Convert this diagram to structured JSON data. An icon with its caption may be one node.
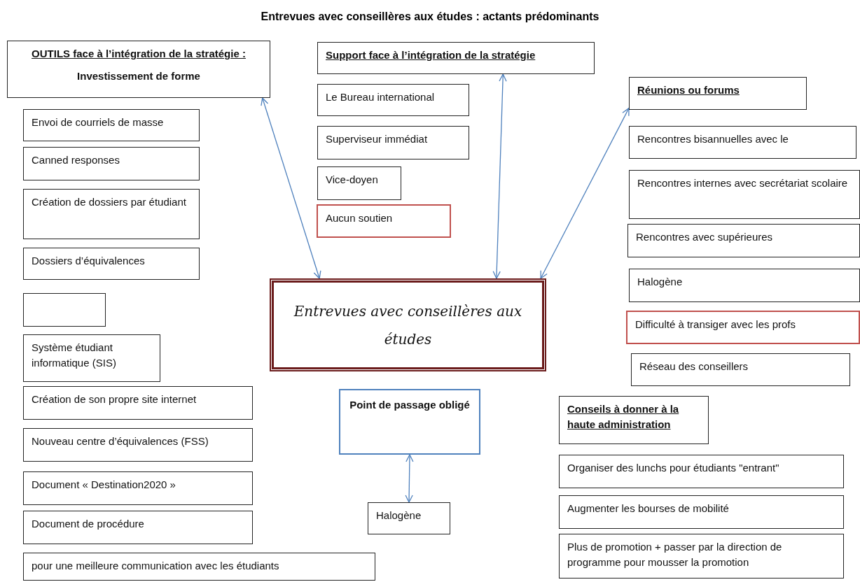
{
  "diagram": {
    "title": "Entrevues avec conseillères aux études : actants prédominants",
    "nodes": [
      {
        "text": [
          "OUTILS face à l’intégration de la stratégie :",
          "Investissement de forme"
        ]
      },
      {
        "text": [
          "Envoi de courriels de masse"
        ]
      },
      {
        "text": [
          "Canned responses"
        ]
      },
      {
        "text": [
          "Création de dossiers par étudiant"
        ]
      },
      {
        "text": [
          "Dossiers d’équivalences"
        ]
      },
      {
        "text": [],
        "shape": "box"
      },
      {
        "text": [
          "Système étudiant informatique (SIS)"
        ]
      },
      {
        "text": [
          "Création de son propre site internet"
        ]
      },
      {
        "text": [
          "Nouveau centre d’équivalences (FSS)"
        ]
      },
      {
        "text": [
          "Document « Destination2020 »"
        ]
      },
      {
        "text": [
          "Document de procédure"
        ]
      },
      {
        "text": [
          "pour une meilleure communication avec les étudiants"
        ]
      },
      {
        "text": [
          "Support face à l’intégration de la stratégie"
        ]
      },
      {
        "text": [
          "Le Bureau international"
        ]
      },
      {
        "text": [
          "Superviseur immédiat"
        ]
      },
      {
        "text": [
          "Vice-doyen"
        ]
      },
      {
        "text": [
          "Aucun soutien"
        ]
      },
      {
        "text": [
          "Entrevues avec conseillères aux études"
        ]
      },
      {
        "text": [
          "Point de passage obligé"
        ]
      },
      {
        "text": [
          "Halogène"
        ]
      },
      {
        "text": [
          "Réunions ou forums"
        ]
      },
      {
        "text": [
          "Rencontres bisannuelles avec le"
        ]
      },
      {
        "text": [
          "Rencontres internes avec secrétariat scolaire"
        ]
      },
      {
        "text": [
          "Rencontres avec supérieures"
        ]
      },
      {
        "text": [
          "Halogène"
        ]
      },
      {
        "text": [
          "Difficulté à transiger avec les profs"
        ]
      },
      {
        "text": [
          "Réseau des conseillers"
        ]
      },
      {
        "text": [
          "Conseils à donner à la haute administration"
        ]
      },
      {
        "text": [
          "Organiser des lunchs pour étudiants \"entrant\""
        ]
      },
      {
        "text": [
          "Augmenter les bourses de mobilité"
        ]
      },
      {
        "text": [
          "Plus de promotion + passer par la direction de programme pour mousser la promotion"
        ]
      }
    ],
    "edges": [
      {
        "from": 0,
        "to": 17,
        "arrow": "both"
      },
      {
        "from": 12,
        "to": 17,
        "arrow": "both"
      },
      {
        "from": 20,
        "to": 17,
        "arrow": "both"
      },
      {
        "from": 18,
        "to": 19,
        "arrow": "both"
      }
    ]
  }
}
